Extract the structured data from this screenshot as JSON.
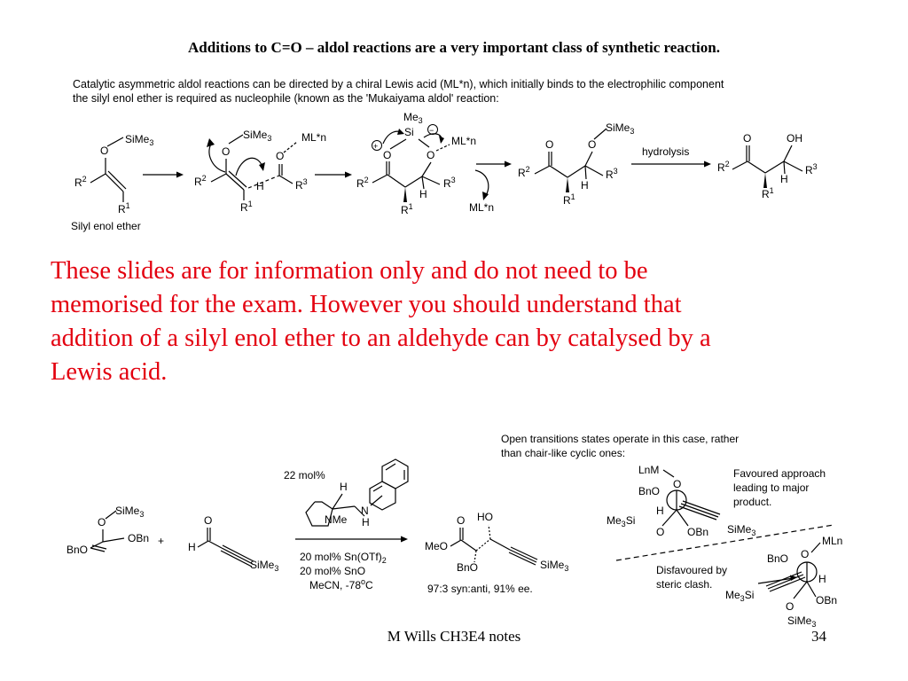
{
  "slide": {
    "title": "Additions to C=O – aldol reactions are a very important class of synthetic reaction.",
    "intro_lines": [
      "Catalytic asymmetric aldol reactions can be directed by a chiral Lewis acid (ML*n), which initially binds to the electrophilic component",
      "the silyl enol ether is required as nucleophile (known as the 'Mukaiyama aldol' reaction:"
    ],
    "note_lines": [
      "These slides are for information only and do not need to be",
      "memorised for the exam. However you should understand that",
      "addition of a silyl enol ether to an aldehyde can by catalysed by a",
      "Lewis acid."
    ],
    "footer_author": "M Wills CH3E4 notes",
    "page_number": "34"
  },
  "scheme_top": {
    "silyl_enol_ether_caption": "Silyl enol ether",
    "hydrolysis_label": "hydrolysis",
    "siMe3": "SiMe",
    "sub3": "3",
    "O": "O",
    "OH": "OH",
    "H": "H",
    "Si": "Si",
    "Me": "Me",
    "R": "R",
    "sup1": "1",
    "sup2": "2",
    "sup3": "3",
    "MLn": "ML*n",
    "plus": "+",
    "minus": "−"
  },
  "scheme_bottom": {
    "open_ts_lines": [
      "Open transitions states operate in this case, rather",
      "than chair-like cyclic ones:"
    ],
    "favoured_lines": [
      "Favoured approach",
      "leading to major",
      "product."
    ],
    "disfavoured_lines": [
      "Disfavoured by",
      "steric clash."
    ],
    "catalyst_loading": "22 mol%",
    "conditions": [
      "20 mol% Sn(OTf)",
      "20 mol% SnO",
      "MeCN, -78",
      "C"
    ],
    "conditions_sub2": "2",
    "degree": "o",
    "result": "97:3 syn:anti, 91% ee.",
    "BnO": "BnO",
    "OBn": "OBn",
    "MeO": "MeO",
    "HO": "HO",
    "NMe": "NMe",
    "N": "N",
    "LnM": "LnM",
    "MLn": "MLn",
    "Me3Si": "Me",
    "Si": "Si"
  }
}
